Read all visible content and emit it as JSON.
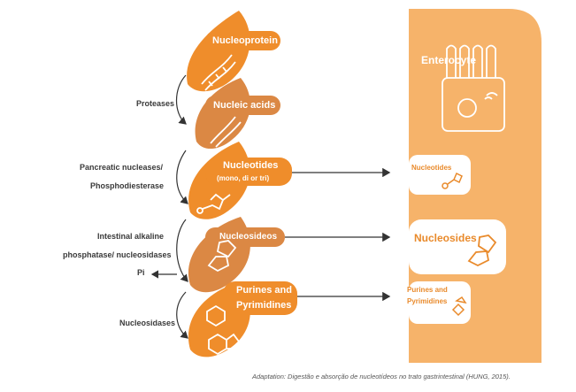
{
  "stages": {
    "nucleoprotein": "Nucleoprotein",
    "nucleic_acids": "Nucleic acids",
    "nucleotides": "Nucleotides",
    "nucleotides_sub": "(mono, di or tri)",
    "nucleosides": "Nucleosideos",
    "purines_line1": "Purines and",
    "purines_line2": "Pyrimidines"
  },
  "enzymes": {
    "proteases": "Proteases",
    "pancreatic_line1": "Pancreatic nucleases/",
    "pancreatic_line2": "Phosphodiesterase",
    "intestinal_line1": "Intestinal alkaline",
    "intestinal_line2": "phosphatase/ nucleosidases",
    "pi": "Pi",
    "nucleosidases": "Nucleosidases"
  },
  "enterocyte": {
    "title": "Enterocyte",
    "nucleotides": "Nucleotides",
    "nucleosides": "Nucleosides",
    "purines_line1": "Purines and",
    "purines_line2": "Pyrimidines"
  },
  "caption": "Adaptation: Digestão e absorção de nucleotídeos no trato gastrintestinal (HUNG, 2015).",
  "colors": {
    "orange_dark": "#e98a2b",
    "orange_mid": "#dc8a45",
    "orange_light": "#f6b36a",
    "text_dark": "#3a3a3a"
  }
}
